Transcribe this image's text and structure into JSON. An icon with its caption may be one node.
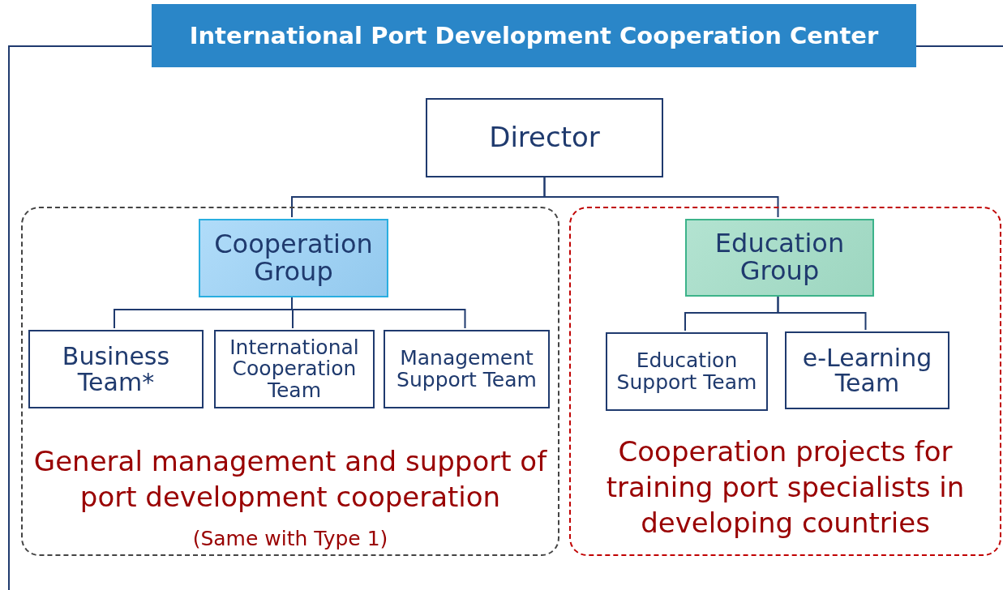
{
  "diagram": {
    "nodes": [
      {
        "text": [
          "International Port Development Cooperation Center"
        ]
      },
      {
        "text": [
          "Director"
        ],
        "in": 0
      },
      {
        "text": [
          "General management and support of port development cooperation",
          "(Same with Type 1)"
        ],
        "in": 0
      },
      {
        "text": [
          "Cooperation Group"
        ],
        "in": 2
      },
      {
        "text": [
          "Business Team*"
        ],
        "in": 2
      },
      {
        "text": [
          "International Cooperation Team"
        ],
        "in": 2
      },
      {
        "text": [
          "Management Support Team"
        ],
        "in": 2
      },
      {
        "text": [
          "Cooperation projects for training port specialists in developing countries"
        ],
        "in": 0
      },
      {
        "text": [
          "Education Group"
        ],
        "in": 7
      },
      {
        "text": [
          "Education Support Team"
        ],
        "in": 7
      },
      {
        "text": [
          "e-Learning Team"
        ],
        "in": 7
      }
    ],
    "edges": [
      {
        "from": 1,
        "to": 3,
        "arrow": "none"
      },
      {
        "from": 1,
        "to": 8,
        "arrow": "none"
      },
      {
        "from": 3,
        "to": 4,
        "arrow": "none"
      },
      {
        "from": 3,
        "to": 5,
        "arrow": "none"
      },
      {
        "from": 3,
        "to": 6,
        "arrow": "none"
      },
      {
        "from": 8,
        "to": 9,
        "arrow": "none"
      },
      {
        "from": 8,
        "to": 10,
        "arrow": "none"
      }
    ]
  }
}
